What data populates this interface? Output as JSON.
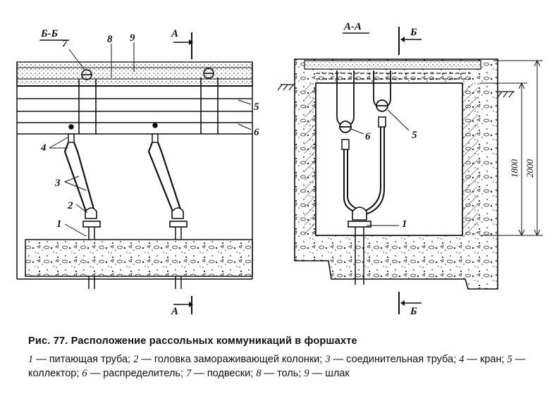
{
  "figure": {
    "left_view": {
      "title": "Б-Б",
      "cut_marker": "А",
      "labels": {
        "l7": "7",
        "l8": "8",
        "l9": "9",
        "l5": "5",
        "l6": "6",
        "l4": "4",
        "l3": "3",
        "l2": "2",
        "l1": "1"
      }
    },
    "right_view": {
      "title": "А-А",
      "cut_marker": "Б",
      "labels": {
        "l6": "6",
        "l5": "5",
        "l1": "1"
      },
      "dimensions": {
        "inner": "1800",
        "outer": "2000"
      }
    }
  },
  "caption": {
    "title": "Рис. 77. Расположение рассольных коммуникаций в форшахте"
  },
  "legend": {
    "items": [
      {
        "num": "1",
        "text": "питающая труба;"
      },
      {
        "num": "2",
        "text": "головка замораживающей колонки;"
      },
      {
        "num": "3",
        "text": "соединительная труба;"
      },
      {
        "num": "4",
        "text": "кран;"
      },
      {
        "num": "5",
        "text": "коллектор;"
      },
      {
        "num": "6",
        "text": "распределитель;"
      },
      {
        "num": "7",
        "text": "подвески;"
      },
      {
        "num": "8",
        "text": "толь;"
      },
      {
        "num": "9",
        "text": "шлак"
      }
    ]
  },
  "colors": {
    "ink": "#111111",
    "paper": "#ffffff"
  }
}
